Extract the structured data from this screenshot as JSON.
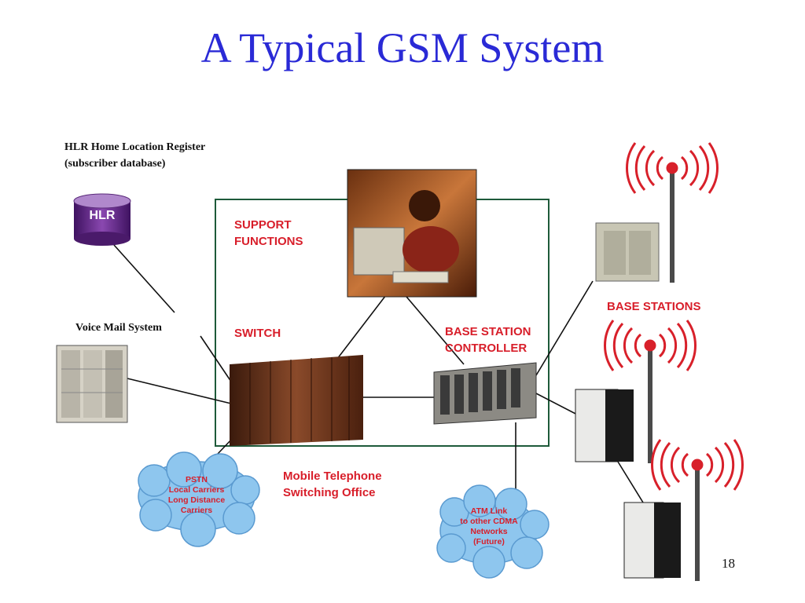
{
  "slide": {
    "title": "A Typical GSM System",
    "page_number": "18"
  },
  "labels": {
    "hlr_title": "HLR  Home Location Register",
    "hlr_subtitle": "(subscriber database)",
    "hlr_cylinder": "HLR",
    "voice_mail": "Voice Mail System",
    "support_line1": "SUPPORT",
    "support_line2": "FUNCTIONS",
    "switch": "SWITCH",
    "bsc_line1": "BASE STATION",
    "bsc_line2": "CONTROLLER",
    "base_stations": "BASE STATIONS",
    "mtso_line1": "Mobile Telephone",
    "mtso_line2": "Switching Office"
  },
  "clouds": {
    "pstn": [
      "PSTN",
      "Local Carriers",
      "Long Distance",
      "Carriers"
    ],
    "atm": [
      "ATM Link",
      "to other CDMA",
      "Networks",
      "(Future)"
    ]
  },
  "colors": {
    "title": "#2a2ad6",
    "red_text": "#d81e2a",
    "frame": "#1e5a3a",
    "hlr": "#6a2c8e",
    "cloud": "#8ec6ee"
  }
}
